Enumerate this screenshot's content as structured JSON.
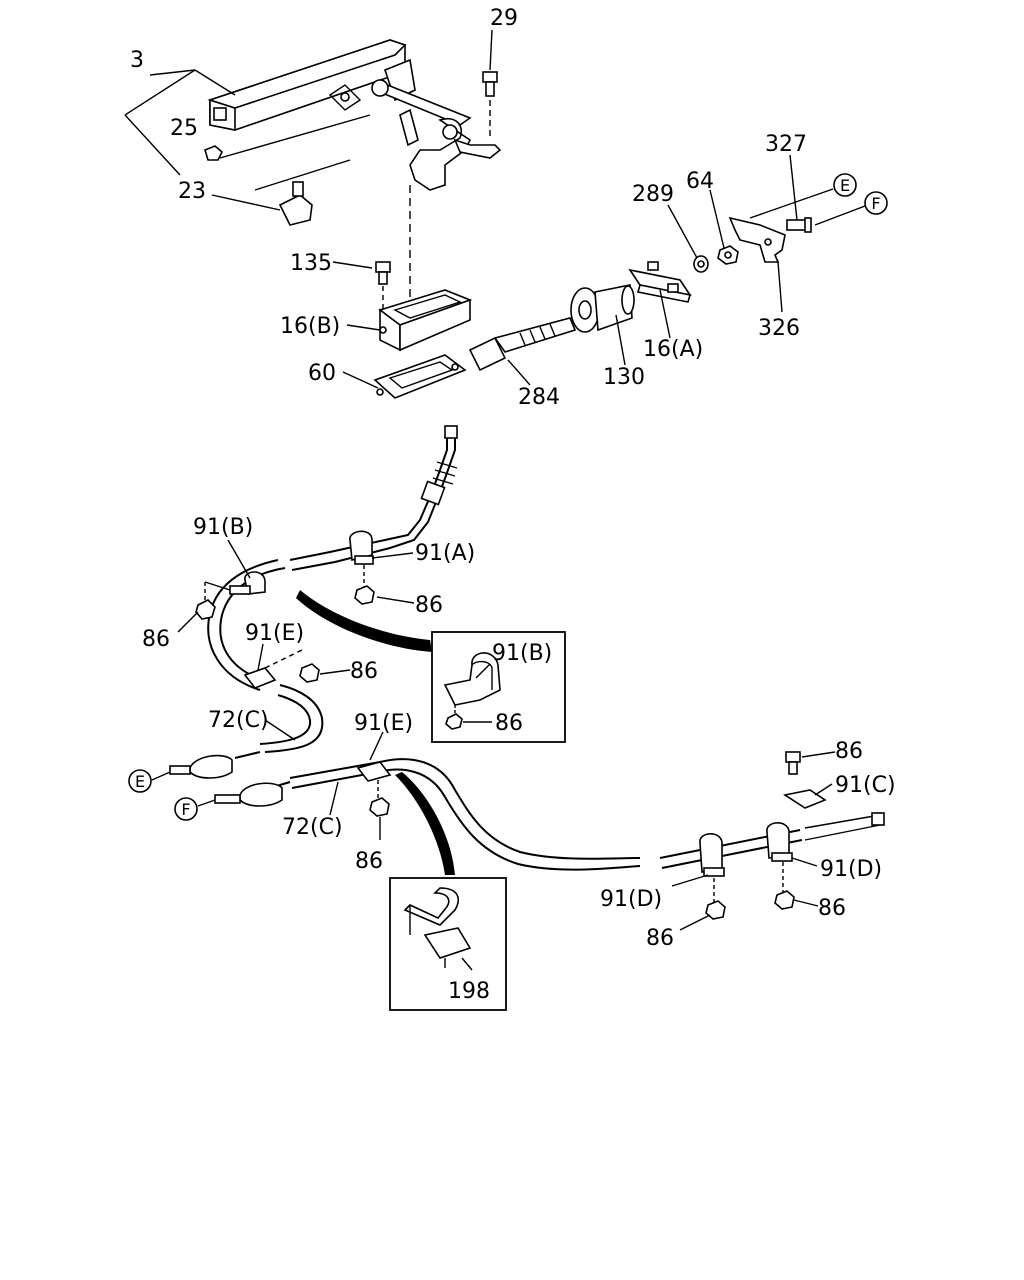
{
  "callouts": {
    "c3": "3",
    "c25": "25",
    "c23": "23",
    "c29": "29",
    "c135": "135",
    "c16b": "16(B)",
    "c60": "60",
    "c284": "284",
    "c130": "130",
    "c16a": "16(A)",
    "c289": "289",
    "c64": "64",
    "c327": "327",
    "c326": "326",
    "circE": "E",
    "circF": "F",
    "c91b": "91(B)",
    "c91a": "91(A)",
    "c86a": "86",
    "c86b": "86",
    "c91e_1": "91(E)",
    "c86c": "86",
    "c72c_1": "72(C)",
    "c91e_2": "91(E)",
    "c72c_2": "72(C)",
    "c86d": "86",
    "circE2": "E",
    "circF2": "F",
    "detail1_91b": "91(B)",
    "detail1_86": "86",
    "detail2_198": "198",
    "c86e": "86",
    "c91c": "91(C)",
    "c91d_1": "91(D)",
    "c91d_2": "91(D)",
    "c86f": "86",
    "c86g": "86"
  }
}
